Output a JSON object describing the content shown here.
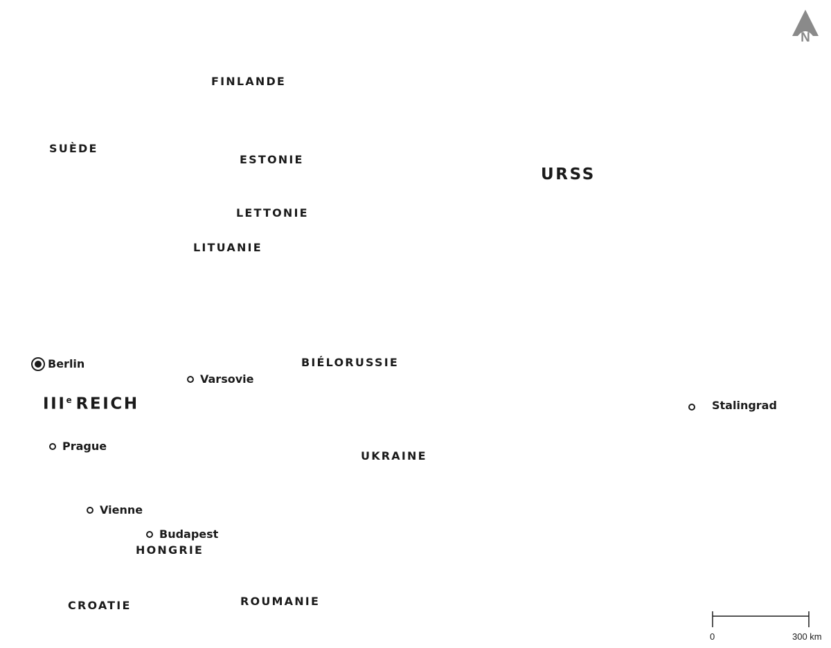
{
  "map": {
    "countries": {
      "finlande": "FINLANDE",
      "suede": "SUÈDE",
      "estonie": "ESTONIE",
      "lettonie": "LETTONIE",
      "lituanie": "LITUANIE",
      "bielorussie": "BIÉLORUSSIE",
      "ukraine": "UKRAINE",
      "hongrie": "HONGRIE",
      "croatie": "CROATIE",
      "roumanie": "ROUMANIE",
      "urss": "URSS",
      "reich_numeral": "III",
      "reich_sup": "e",
      "reich_name": "REICH"
    },
    "cities": {
      "berlin": "Berlin",
      "varsovie": "Varsovie",
      "prague": "Prague",
      "vienne": "Vienne",
      "budapest": "Budapest",
      "stalingrad": "Stalingrad"
    },
    "north_arrow": {
      "letter": "N",
      "icon": "north-arrow-icon",
      "color": "#8a8a8a"
    },
    "scale_bar": {
      "start_label": "0",
      "end_label": "300 km"
    },
    "colors": {
      "text": "#1a1a1a",
      "background": "#ffffff"
    }
  }
}
